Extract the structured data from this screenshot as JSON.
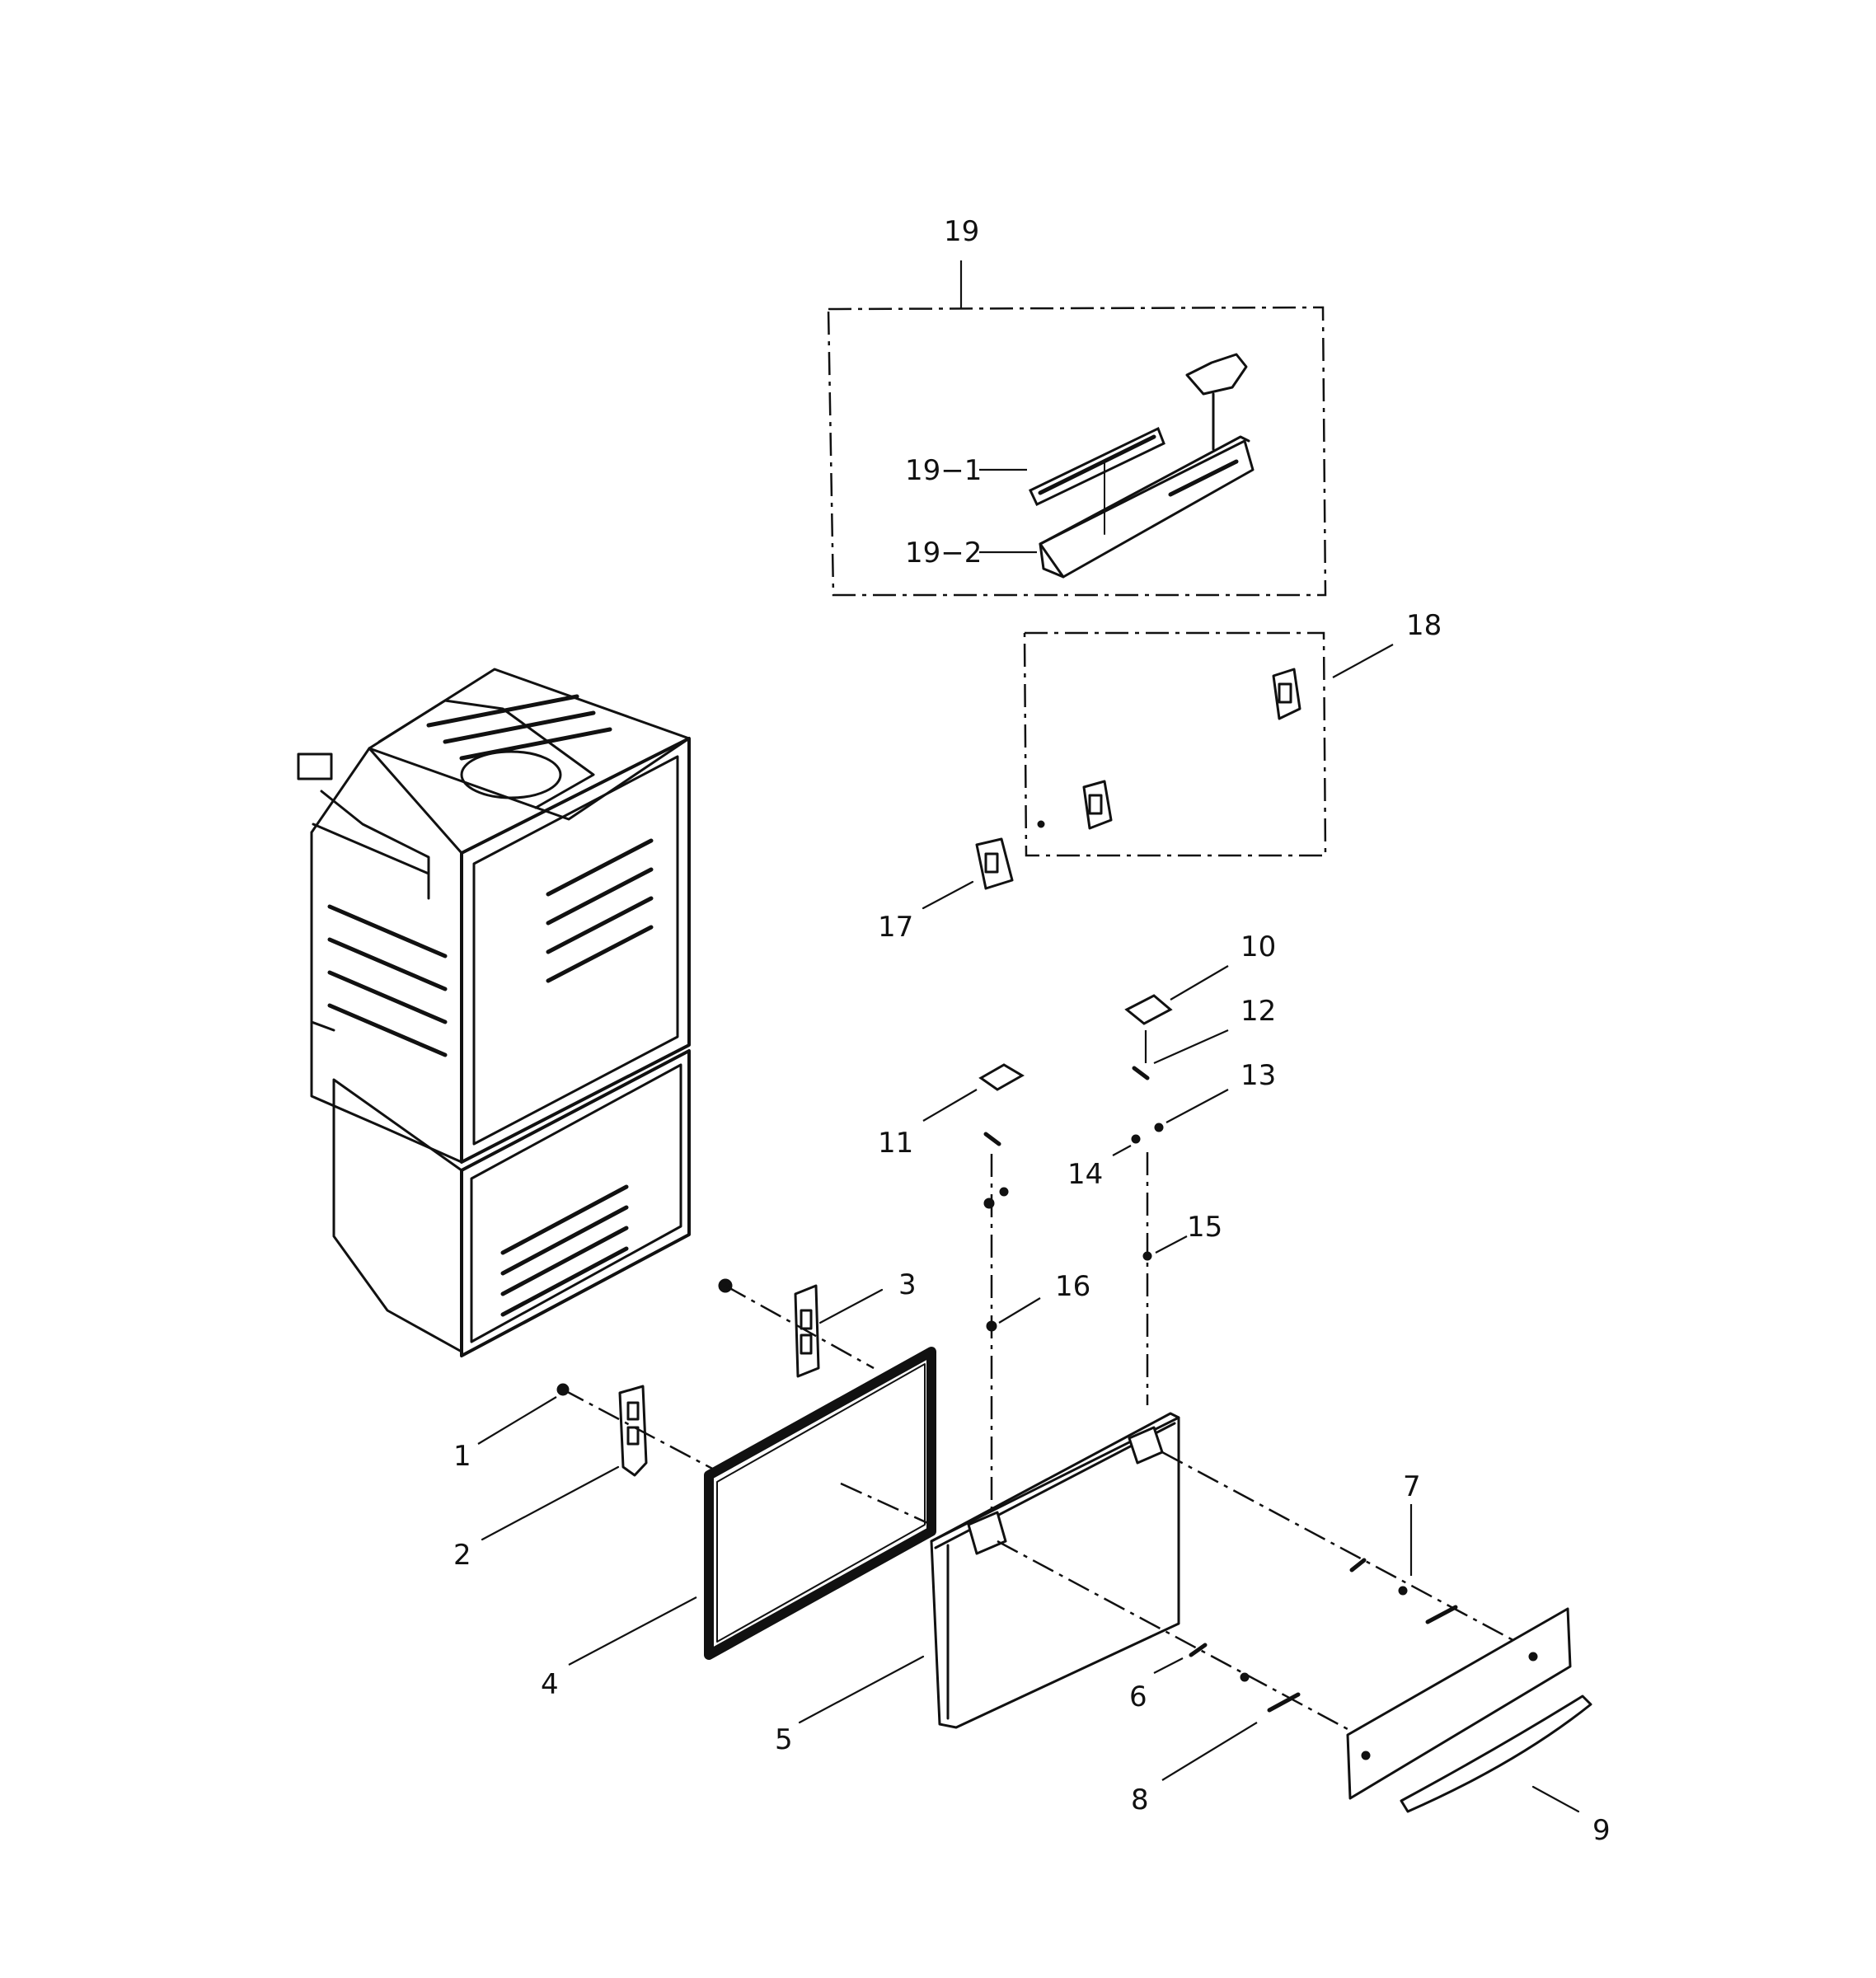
{
  "diagram": {
    "callouts": [
      {
        "id": "1",
        "text": "1"
      },
      {
        "id": "2",
        "text": "2"
      },
      {
        "id": "3",
        "text": "3"
      },
      {
        "id": "4",
        "text": "4"
      },
      {
        "id": "5",
        "text": "5"
      },
      {
        "id": "6",
        "text": "6"
      },
      {
        "id": "7",
        "text": "7"
      },
      {
        "id": "8",
        "text": "8"
      },
      {
        "id": "9",
        "text": "9"
      },
      {
        "id": "10",
        "text": "10"
      },
      {
        "id": "11",
        "text": "11"
      },
      {
        "id": "12",
        "text": "12"
      },
      {
        "id": "13",
        "text": "13"
      },
      {
        "id": "14",
        "text": "14"
      },
      {
        "id": "15",
        "text": "15"
      },
      {
        "id": "16",
        "text": "16"
      },
      {
        "id": "17",
        "text": "17"
      },
      {
        "id": "18",
        "text": "18"
      },
      {
        "id": "19",
        "text": "19"
      },
      {
        "id": "19-1",
        "text": "19−1"
      },
      {
        "id": "19-2",
        "text": "19−2"
      }
    ]
  }
}
